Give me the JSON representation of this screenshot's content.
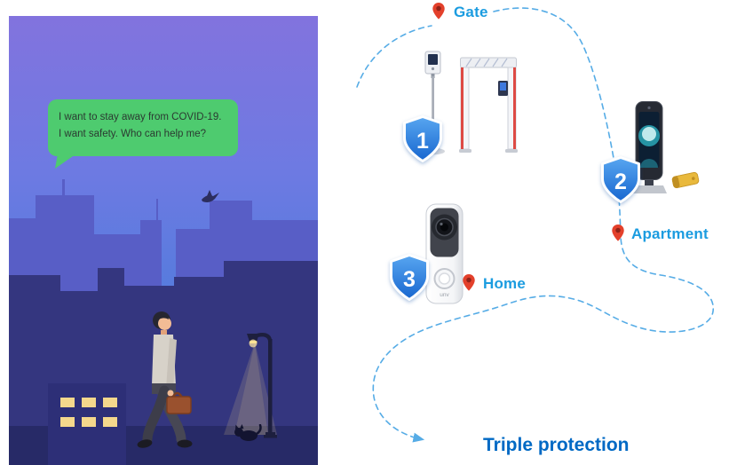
{
  "poster": {
    "speech_bubble": {
      "line1": "I want to stay away from COVID-19.",
      "line2": "I want safety. Who can help me?"
    }
  },
  "route": {
    "stops": [
      {
        "badge": "1",
        "label": "Gate"
      },
      {
        "badge": "2",
        "label": "Apartment"
      },
      {
        "badge": "3",
        "label": "Home"
      }
    ],
    "title": "Triple protection"
  },
  "devices": {
    "doorbell_brand": "unv"
  },
  "colors": {
    "label_blue": "#1b9ce0",
    "title_blue": "#0069c4",
    "pin_red": "#e3402b",
    "bubble_green": "#4ecb6f",
    "route_dash": "#56ace6",
    "shield_blue_top": "#58a6f0",
    "shield_blue_bottom": "#1766cf"
  }
}
